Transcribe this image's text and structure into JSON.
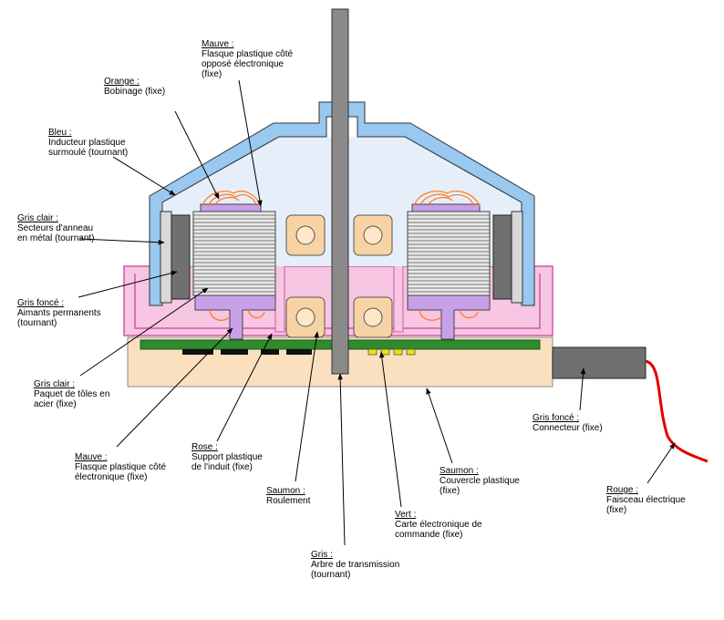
{
  "labels": {
    "mauve_top": {
      "color": "Mauve :",
      "desc": "Flasque plastique côté\nopposé électronique\n(fixe)"
    },
    "orange": {
      "color": "Orange :",
      "desc": "Bobinage (fixe)"
    },
    "bleu": {
      "color": "Bleu :",
      "desc": "Inducteur plastique\nsurmoulé (tournant)"
    },
    "gris_clair_top": {
      "color": "Gris clair :",
      "desc": "Secteurs d'anneau\nen métal (tournant)"
    },
    "gris_fonce_left": {
      "color": "Gris foncé :",
      "desc": "Aimants permanents\n(tournant)"
    },
    "gris_clair_bottom": {
      "color": "Gris clair :",
      "desc": "Paquet de tôles en\nacier (fixe)"
    },
    "mauve_bottom": {
      "color": "Mauve :",
      "desc": "Flasque plastique côté\nélectronique (fixe)"
    },
    "rose": {
      "color": "Rose :",
      "desc": "Support plastique\nde l'induit (fixe)"
    },
    "saumon_roulement": {
      "color": "Saumon :",
      "desc": "Roulement"
    },
    "gris_arbre": {
      "color": "Gris :",
      "desc": "Arbre de transmission\n(tournant)"
    },
    "vert": {
      "color": "Vert :",
      "desc": "Carte électronique de\ncommande (fixe)"
    },
    "saumon_couvercle": {
      "color": "Saumon :",
      "desc": "Couvercle plastique\n(fixe)"
    },
    "gris_fonce_conn": {
      "color": "Gris foncé :",
      "desc": "Connecteur (fixe)"
    },
    "rouge": {
      "color": "Rouge :",
      "desc": "Faisceau électrique\n(fixe)"
    }
  },
  "colors": {
    "bleu": "#99c8f0",
    "bleu_inner": "#dde9f8",
    "rose": "#f6c6e2",
    "rose_border": "#d255a8",
    "saumon": "#fbe0c0",
    "mauve": "#c8a0e8",
    "orange": "#ff7a1a",
    "gris_clair": "#d8d8d8",
    "gris_fonce": "#707070",
    "gris_arbre": "#8a8a8a",
    "vert": "#2e8b2e",
    "rouge": "#e00000",
    "saumon_bearing": "#f7d3a3"
  }
}
